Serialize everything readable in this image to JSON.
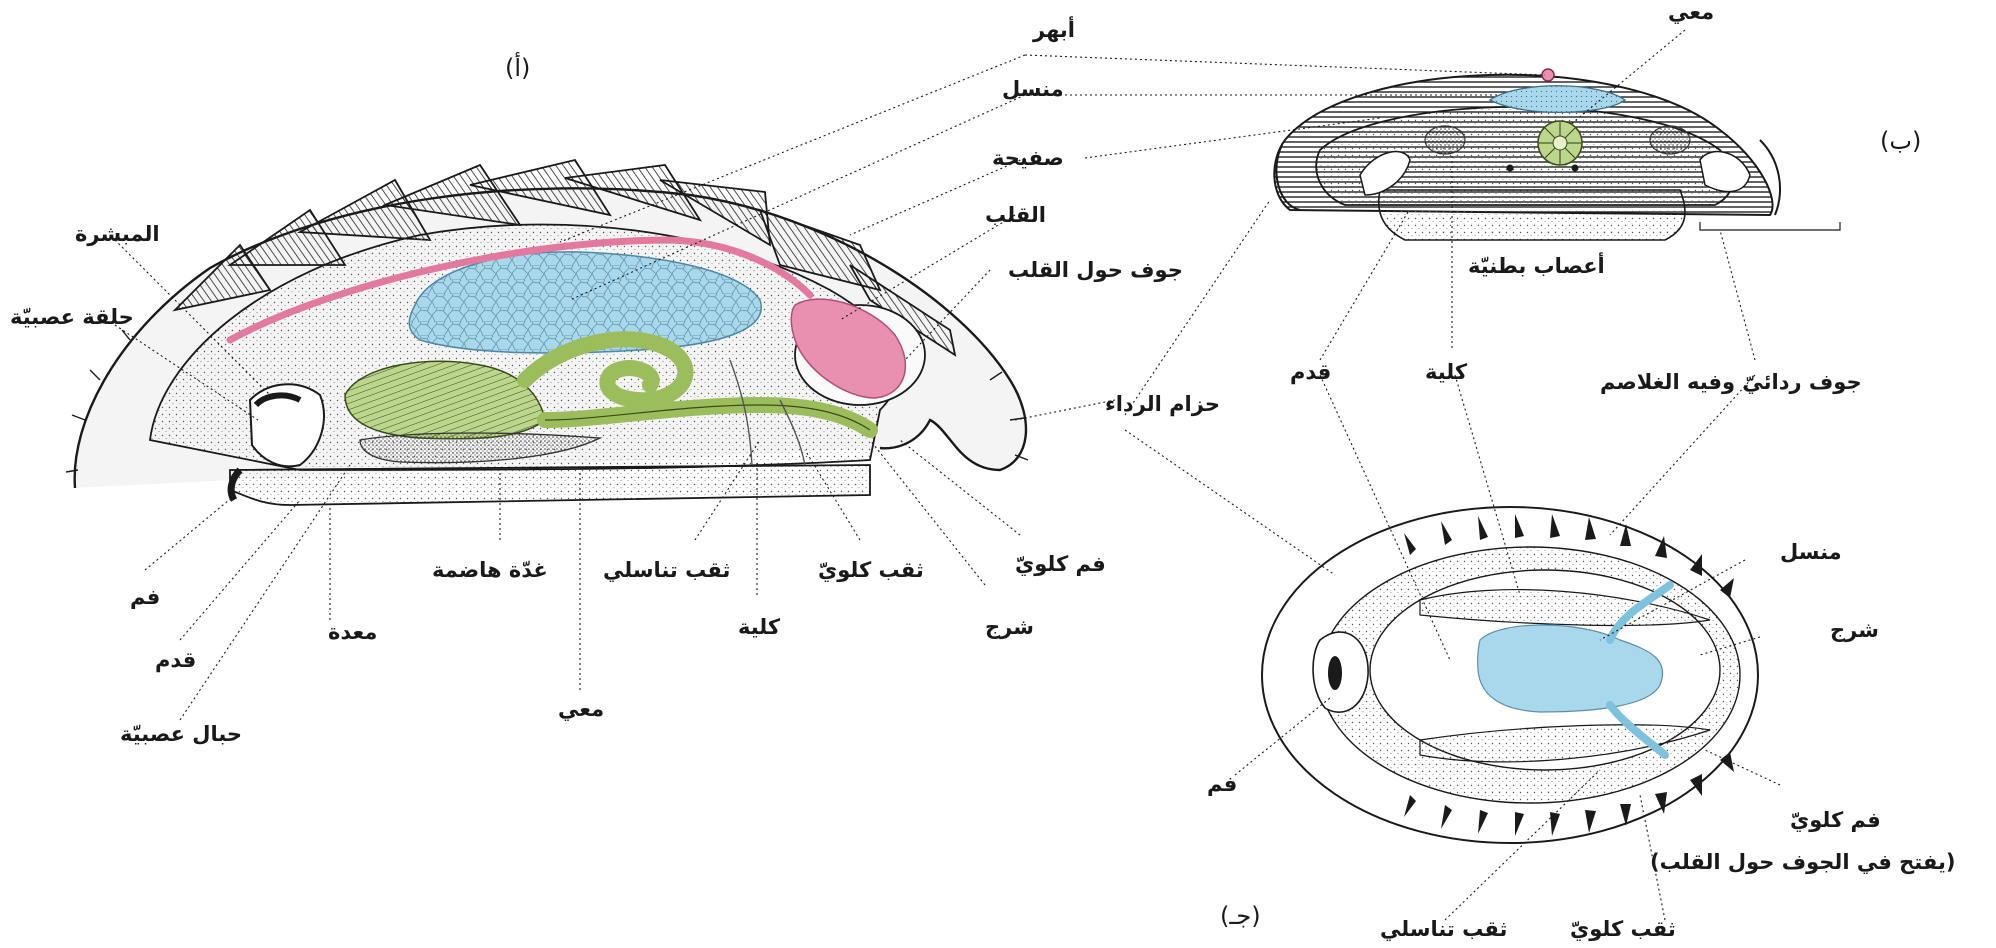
{
  "figures": {
    "a": {
      "letter": "(أ)"
    },
    "b": {
      "letter": "(ب)"
    },
    "c": {
      "letter": "(جـ)"
    }
  },
  "labels": {
    "a": {
      "abhar": "أبهر",
      "mansal": "منسل",
      "safiha": "صفيحة",
      "qalb": "القلب",
      "jawf_hawl_qalb": "جوف حول القلب",
      "bashara": "المبشرة",
      "halqa_asabiya": "حلقة عصبيّة",
      "hizam": "حزام الرداء",
      "fam": "فم",
      "qadam": "قدم",
      "mida": "معدة",
      "hibal_asabiya": "حبال عصبيّة",
      "ghudda_hadima": "غدّة هاضمة",
      "miay": "معي",
      "thuqb_tanasuli": "ثقب تناسلي",
      "kulya": "كلية",
      "thuqb_kalawi": "ثقب كلويّ",
      "sharaj": "شرج",
      "fam_kalawi": "فم كلويّ"
    },
    "b": {
      "miay": "معي",
      "asab_batniya": "أعصاب بطنيّة",
      "qadam": "قدم",
      "kulya": "كلية",
      "jawf_radai": "جوف ردائيّ وفيه الغلاصم"
    },
    "c": {
      "mansal": "منسل",
      "sharaj": "شرج",
      "fam": "فم",
      "fam_kalawi": "فم كلويّ",
      "fam_kalawi_note": "(يفتح في الجوف حول القلب)",
      "thuqb_tanasuli": "ثقب تناسلي",
      "thuqb_kalawi": "ثقب كلويّ"
    }
  },
  "colors": {
    "gonad_blue": "#a9d8ec",
    "gut_green": "#bcd68c",
    "heart_pink": "#e98fb0",
    "aorta_pink": "#e3799f",
    "ink": "#1a1a1a"
  }
}
